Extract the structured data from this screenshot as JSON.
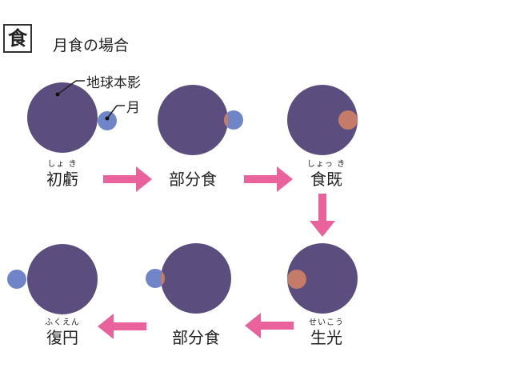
{
  "header": {
    "badge": "食",
    "title": "月食の場合"
  },
  "annotations": {
    "shadow": "地球本影",
    "moon": "月"
  },
  "stages": [
    {
      "ruby": "しょ き",
      "label": "初虧"
    },
    {
      "ruby": "",
      "label": "部分食"
    },
    {
      "ruby": "しょっ き",
      "label": "食既"
    },
    {
      "ruby": "せいこう",
      "label": "生光"
    },
    {
      "ruby": "",
      "label": "部分食"
    },
    {
      "ruby": "ふくえん",
      "label": "復円"
    }
  ],
  "colors": {
    "shadow": "#5b4e7e",
    "moon": "#7085c7",
    "moon_in_shadow": "#c47b68",
    "arrow": "#e9629c"
  }
}
